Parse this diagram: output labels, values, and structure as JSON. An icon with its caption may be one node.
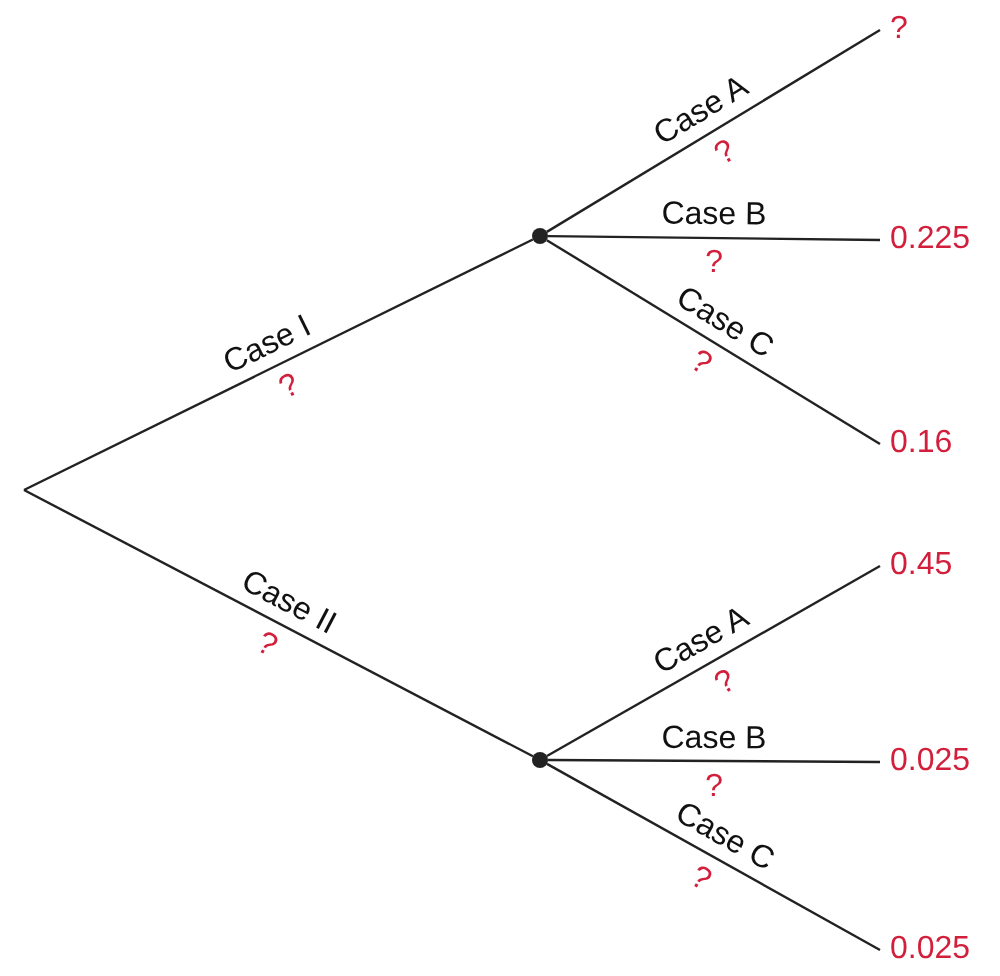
{
  "diagram": {
    "nodes": [
      {
        "text": [],
        "shape": "circle"
      },
      {
        "text": [],
        "shape": "circle"
      },
      {
        "text": [
          "?"
        ]
      },
      {
        "text": [
          "0.225"
        ]
      },
      {
        "text": [
          "0.16"
        ]
      },
      {
        "text": [
          "0.45"
        ]
      },
      {
        "text": [
          "0.025"
        ]
      },
      {
        "text": [
          "0.025"
        ]
      }
    ],
    "edges": [
      {
        "from": null,
        "to": 0,
        "arrow": "none",
        "label": "Case I"
      },
      {
        "from": null,
        "to": 1,
        "arrow": "none",
        "label": "Case II"
      },
      {
        "from": 0,
        "to": 2,
        "arrow": "none",
        "label": "Case A"
      },
      {
        "from": 0,
        "to": 3,
        "arrow": "none",
        "label": "Case B"
      },
      {
        "from": 0,
        "to": 4,
        "arrow": "none",
        "label": "Case C"
      },
      {
        "from": 1,
        "to": 5,
        "arrow": "none",
        "label": "Case A"
      },
      {
        "from": 1,
        "to": 6,
        "arrow": "none",
        "label": "Case B"
      },
      {
        "from": 1,
        "to": 7,
        "arrow": "none",
        "label": "Case C"
      }
    ],
    "labels": [
      "?",
      "?",
      "?",
      "?",
      "?",
      "?",
      "?",
      "?"
    ]
  }
}
